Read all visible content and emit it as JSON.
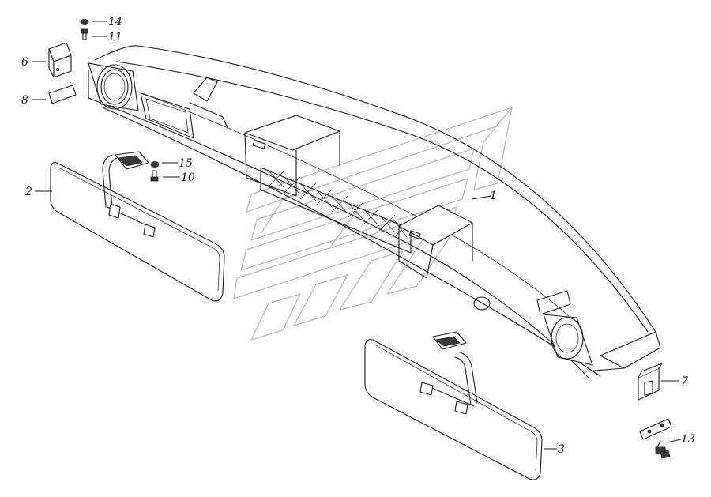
{
  "callouts": {
    "c1": "1",
    "c2": "2",
    "c3": "3",
    "c6": "6",
    "c7": "7",
    "c8": "8",
    "c10": "10",
    "c11": "11",
    "c13": "13",
    "c14": "14",
    "c15": "15"
  },
  "watermark": {
    "icon": "kamaz-logo-icon",
    "color": "#b8b8b8"
  },
  "ink_color": "#1a1a1a"
}
